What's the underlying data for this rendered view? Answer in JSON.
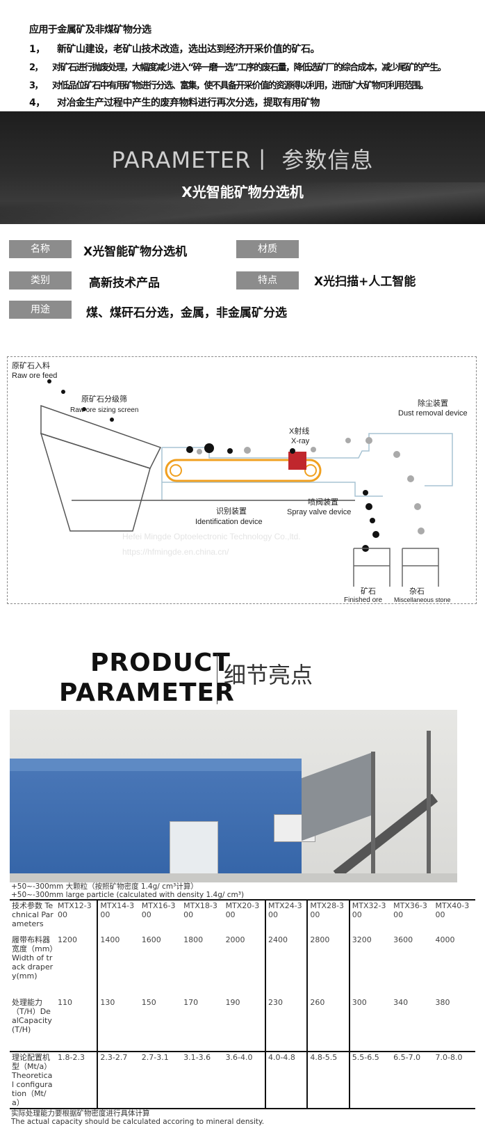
{
  "intro": {
    "heading": "应用于金属矿及非煤矿物分选",
    "items": [
      {
        "num": "1，",
        "text": "新矿山建设，老矿山技术改造，选出达到经济开采价值的矿石。"
      },
      {
        "num": "2，",
        "text": "对矿石进行抛废处理，大幅度减少进入“碎一磨一选”工序的废石量，降低选矿厂的综合成本，减少尾矿的产生。"
      },
      {
        "num": "3，",
        "text": "对低品位矿石中有用矿物进行分选、富集，使不具备开采价值的资源得以利用，进而扩大矿物可利用范围。"
      },
      {
        "num": "4，",
        "text": "对冶金生产过程中产生的废弃物料进行再次分选，提取有用矿物"
      }
    ]
  },
  "banner": {
    "title": "PARAMETER丨 参数信息",
    "subtitle": "X光智能矿物分选机"
  },
  "params": [
    {
      "label": "名称",
      "value": "X光智能矿物分选机"
    },
    {
      "label": "材质",
      "value": ""
    },
    {
      "label": "类别",
      "value": "高新技术产品"
    },
    {
      "label": "特点",
      "value": "X光扫描+人工智能"
    },
    {
      "label": "用途",
      "value": "煤、煤矸石分选，金属，非金属矿分选"
    }
  ],
  "diagram": {
    "feed_cn": "原矿石入料",
    "feed_en": "Raw ore feed",
    "screen_cn": "原矿石分级筛",
    "screen_en": "Raw ore sizing screen",
    "xray_cn": "X射线",
    "xray_en": "X-ray",
    "dust_cn": "除尘装置",
    "dust_en": "Dust removal device",
    "ident_cn": "识别装置",
    "ident_en": "Identification device",
    "spray_cn": "喷阀装置",
    "spray_en": "Spray valve device",
    "ore_cn": "矿石",
    "ore_en": "Finished ore",
    "misc_cn": "杂石",
    "misc_en": "Miscellaneous stone",
    "watermark1": "Hefei Mingde Optoelectronic Technology Co.,ltd.",
    "watermark2": "https://hfmingde.en.china.cn/"
  },
  "product": {
    "line1": "PRODUCT",
    "line2": "PARAMETER",
    "cn": "细节亮点"
  },
  "table": {
    "note_cn": "+50~-300mm 大颗粒（按照矿物密度 1.4g/ cm³计算）",
    "note_en": "+50~-300mm large particle (calculated with density 1.4g/ cm³)",
    "headers": [
      "技术参数 Technical Parameters",
      "MTX12-300",
      "MTX14-300",
      "MTX16-300",
      "MTX18-300",
      "MTX20-300",
      "MTX24-300",
      "MTX28-300",
      "MTX32-300",
      "MTX36-300",
      "MTX40-300"
    ],
    "rows": [
      {
        "label": "履带布料器宽度（mm）Width of track drapery(mm)",
        "values": [
          "1200",
          "1400",
          "1600",
          "1800",
          "2000",
          "2400",
          "2800",
          "3200",
          "3600",
          "4000"
        ]
      },
      {
        "label": "处理能力（T/H）DealCapacity (T/H)",
        "values": [
          "110",
          "130",
          "150",
          "170",
          "190",
          "230",
          "260",
          "300",
          "340",
          "380"
        ]
      },
      {
        "label": "理论配置机型（Mt/a）Theoretical configuration（Mt/a）",
        "values": [
          "1.8-2.3",
          "2.3-2.7",
          "2.7-3.1",
          "3.1-3.6",
          "3.6-4.0",
          "4.0-4.8",
          "4.8-5.5",
          "5.5-6.5",
          "6.5-7.0",
          "7.0-8.0"
        ]
      }
    ],
    "footer_cn": "实际处理能力要根据矿物密度进行具体计算",
    "footer_en": "The actual capacity should be calculated accoring to mineral density."
  }
}
